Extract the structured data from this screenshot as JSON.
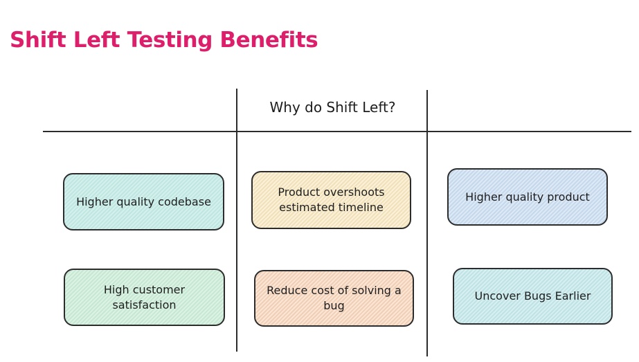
{
  "title": "Shift Left Testing Benefits",
  "colors": {
    "title": "#dd1f6b",
    "lines": "#2b2b2b",
    "teal_fill": "#c9ebe6",
    "yellow_fill": "#f6e9c9",
    "blue_fill": "#d1e1f1",
    "green_fill": "#d1eddb",
    "peach_fill": "#f5dac6",
    "cyan_fill": "#cbe9eb"
  },
  "diagram": {
    "header": "Why do Shift Left?",
    "boxes": [
      {
        "label": "Higher quality codebase",
        "column": 1,
        "row": 1,
        "color": "teal"
      },
      {
        "label": "Product overshoots estimated timeline",
        "column": 2,
        "row": 1,
        "color": "yellow"
      },
      {
        "label": "Higher quality product",
        "column": 3,
        "row": 1,
        "color": "blue"
      },
      {
        "label": "High customer satisfaction",
        "column": 1,
        "row": 2,
        "color": "green"
      },
      {
        "label": "Reduce cost of solving a bug",
        "column": 2,
        "row": 2,
        "color": "peach"
      },
      {
        "label": "Uncover Bugs Earlier",
        "column": 3,
        "row": 2,
        "color": "cyan"
      }
    ]
  }
}
